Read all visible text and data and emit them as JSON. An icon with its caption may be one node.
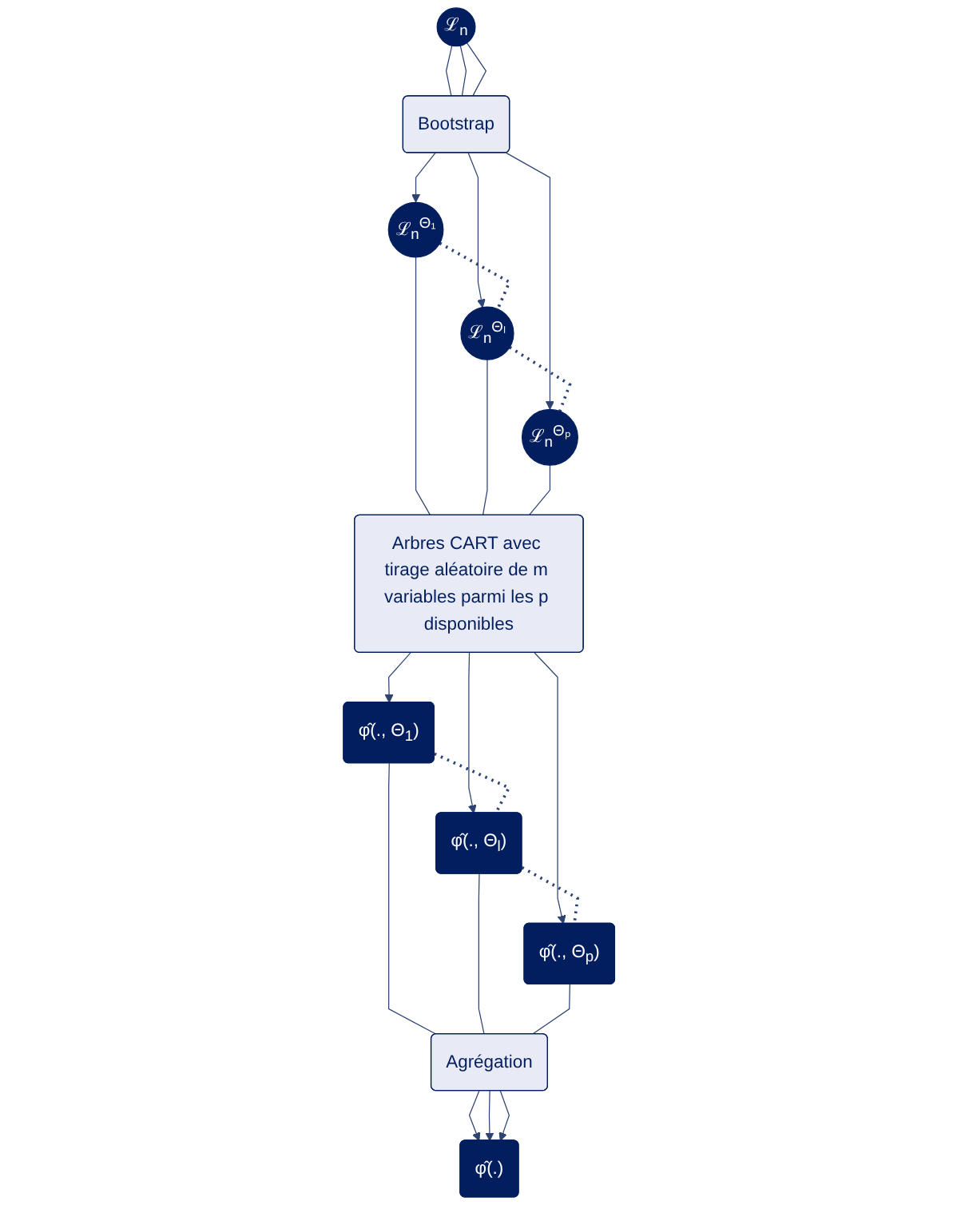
{
  "diagram": {
    "nodes": [
      {
        "text": [
          "ℒ$_{n}$"
        ]
      },
      {
        "text": [
          "Bootstrap"
        ]
      },
      {
        "text": [
          "ℒ$_{n}$$^{Θ₁}$"
        ]
      },
      {
        "text": [
          "ℒ$_{n}$$^{Θₗ}$"
        ]
      },
      {
        "text": [
          "ℒ$_{n}$$^{Θₚ}$"
        ]
      },
      {
        "text": [
          "Arbres CART avec tirage aléatoire de m variables parmi les p disponibles"
        ]
      },
      {
        "text": [
          "φ̂(., Θ$_{1}$)"
        ]
      },
      {
        "text": [
          "φ̂(., Θ$_{l}$)"
        ]
      },
      {
        "text": [
          "φ̂(., Θ$_{p}$)"
        ]
      },
      {
        "text": [
          "Agrégation"
        ]
      },
      {
        "text": [
          "φ̂(.)"
        ]
      }
    ],
    "edges": [
      {
        "from": 0,
        "to": 1,
        "arrow": "none"
      },
      {
        "from": 0,
        "to": 1,
        "arrow": "none"
      },
      {
        "from": 0,
        "to": 1,
        "arrow": "none"
      },
      {
        "from": 1,
        "to": 2,
        "arrow": "to"
      },
      {
        "from": 1,
        "to": 3,
        "arrow": "to"
      },
      {
        "from": 1,
        "to": 4,
        "arrow": "to"
      },
      {
        "from": 2,
        "to": 3,
        "arrow": "none",
        "style": "dashed"
      },
      {
        "from": 3,
        "to": 4,
        "arrow": "none",
        "style": "dashed"
      },
      {
        "from": 2,
        "to": 5,
        "arrow": "none"
      },
      {
        "from": 3,
        "to": 5,
        "arrow": "none"
      },
      {
        "from": 4,
        "to": 5,
        "arrow": "none"
      },
      {
        "from": 5,
        "to": 6,
        "arrow": "to"
      },
      {
        "from": 5,
        "to": 7,
        "arrow": "to"
      },
      {
        "from": 5,
        "to": 8,
        "arrow": "to"
      },
      {
        "from": 6,
        "to": 7,
        "arrow": "none",
        "style": "dashed"
      },
      {
        "from": 7,
        "to": 8,
        "arrow": "none",
        "style": "dashed"
      },
      {
        "from": 6,
        "to": 9,
        "arrow": "none"
      },
      {
        "from": 7,
        "to": 9,
        "arrow": "none"
      },
      {
        "from": 8,
        "to": 9,
        "arrow": "none"
      },
      {
        "from": 9,
        "to": 10,
        "arrow": "to"
      },
      {
        "from": 9,
        "to": 10,
        "arrow": "to"
      },
      {
        "from": 9,
        "to": 10,
        "arrow": "to"
      }
    ]
  }
}
